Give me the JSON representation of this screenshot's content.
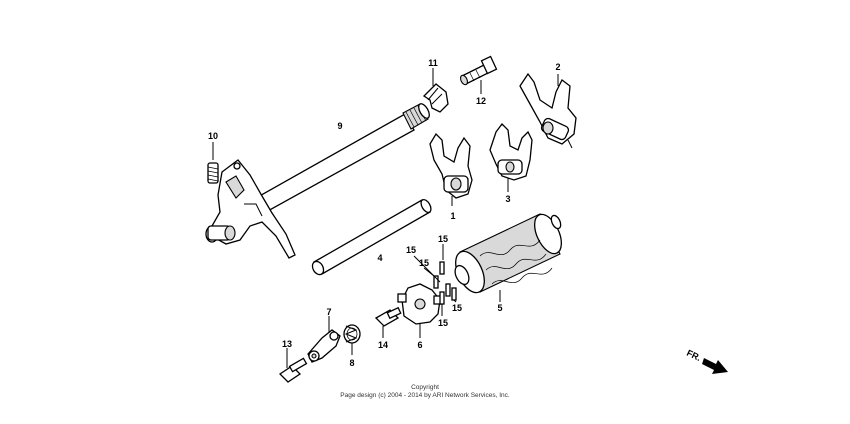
{
  "callouts": {
    "p1": "1",
    "p2": "2",
    "p3": "3",
    "p4": "4",
    "p5": "5",
    "p6": "6",
    "p7": "7",
    "p8": "8",
    "p9": "9",
    "p10": "10",
    "p11": "11",
    "p12": "12",
    "p13": "13",
    "p14": "14",
    "p15a": "15",
    "p15b": "15",
    "p15c": "15",
    "p15d": "15",
    "p15e": "15"
  },
  "direction_label": "FR.",
  "copyright": {
    "line1": "Copyright",
    "line2": "Page design (c) 2004 - 2014 by ARI Network Services, Inc."
  }
}
